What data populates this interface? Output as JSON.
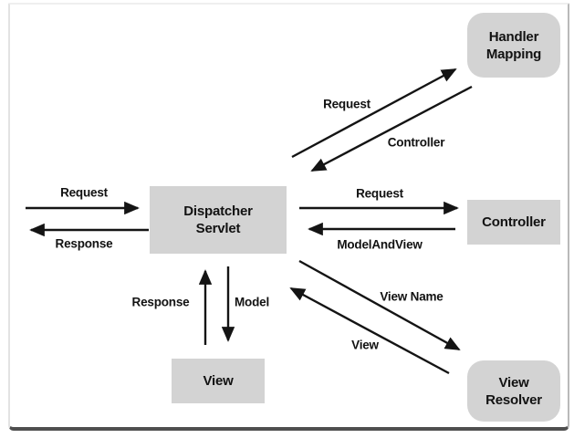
{
  "figure": {
    "background": "#ffffff",
    "node_fill": "#d3d3d3",
    "arrow_color": "#141414",
    "frame_bottom_color": "#4f4f4f"
  },
  "nodes": {
    "dispatcher_servlet": {
      "line1": "Dispatcher",
      "line2": "Servlet"
    },
    "handler_mapping": {
      "line1": "Handler",
      "line2": "Mapping"
    },
    "controller": {
      "label": "Controller"
    },
    "view": {
      "label": "View"
    },
    "view_resolver": {
      "line1": "View",
      "line2": "Resolver"
    }
  },
  "edge_labels": {
    "client_request": "Request",
    "client_response": "Response",
    "handler_mapping_request": "Request",
    "handler_mapping_controller": "Controller",
    "controller_request": "Request",
    "controller_model_and_view": "ModelAndView",
    "resolver_view_name": "View Name",
    "resolver_view": "View",
    "view_response": "Response",
    "view_model": "Model"
  }
}
